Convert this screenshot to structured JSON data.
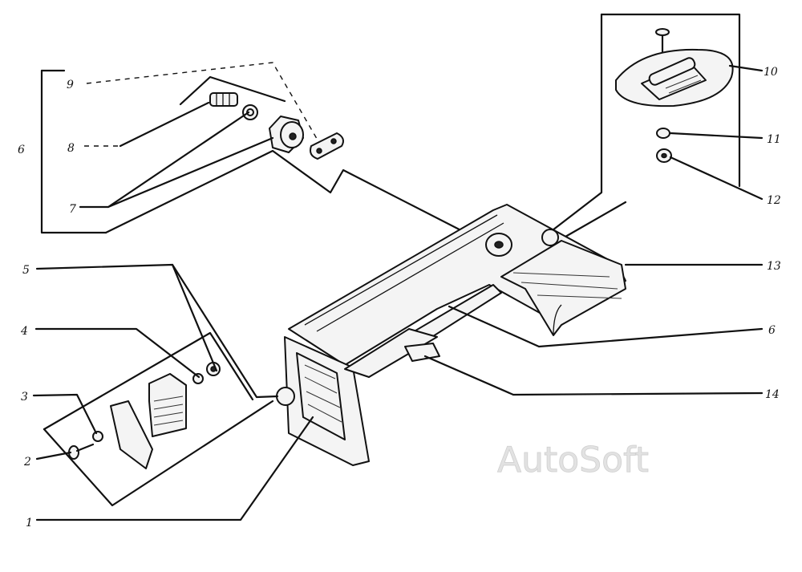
{
  "callouts": {
    "c1": "1",
    "c2": "2",
    "c3": "3",
    "c4": "4",
    "c5": "5",
    "c6_left": "6",
    "c6_right": "6",
    "c7": "7",
    "c8": "8",
    "c9": "9",
    "c10": "10",
    "c11": "11",
    "c12": "12",
    "c13": "13",
    "c14": "14"
  },
  "watermark": "AutoSoft"
}
